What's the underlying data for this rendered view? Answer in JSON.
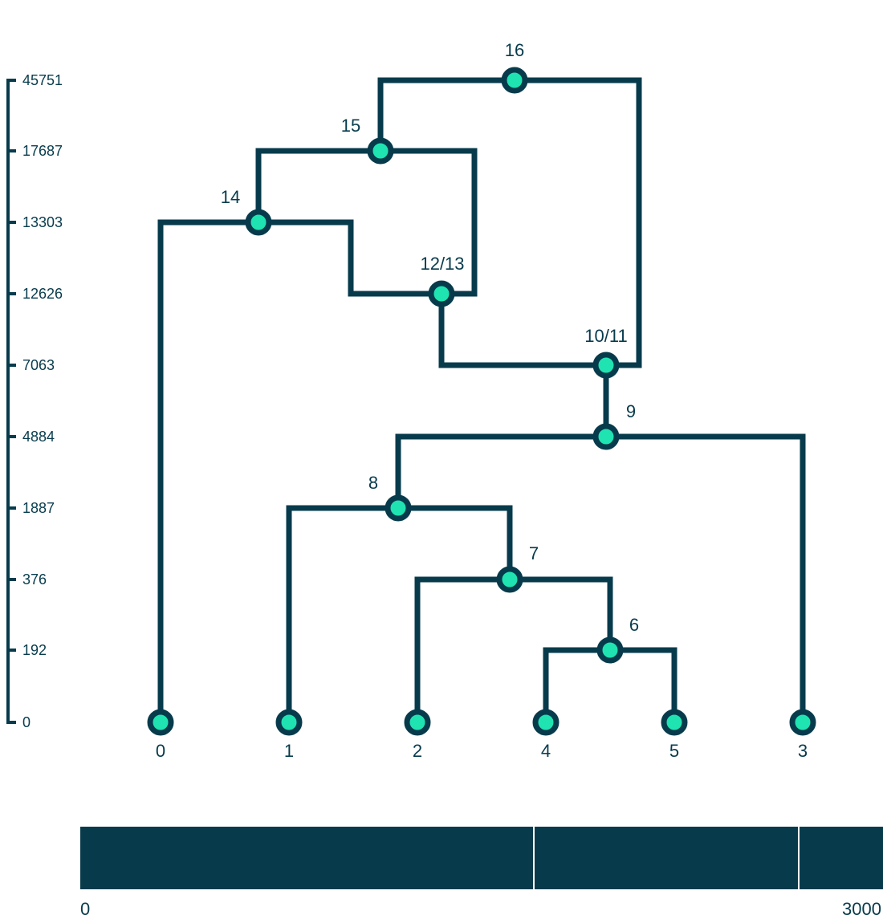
{
  "colors": {
    "stroke": "#073b4c",
    "node_fill": "#20e3b2",
    "background": "#ffffff"
  },
  "y_axis": {
    "ticks": [
      "45751",
      "17687",
      "13303",
      "12626",
      "7063",
      "4884",
      "1887",
      "376",
      "192",
      "0"
    ]
  },
  "tree": {
    "leaves": [
      {
        "id": "0",
        "label": "0"
      },
      {
        "id": "1",
        "label": "1"
      },
      {
        "id": "2",
        "label": "2"
      },
      {
        "id": "4",
        "label": "4"
      },
      {
        "id": "5",
        "label": "5"
      },
      {
        "id": "3",
        "label": "3"
      }
    ],
    "internal_nodes": [
      {
        "id": "6",
        "label": "6",
        "time": "192"
      },
      {
        "id": "7",
        "label": "7",
        "time": "376"
      },
      {
        "id": "8",
        "label": "8",
        "time": "1887"
      },
      {
        "id": "9",
        "label": "9",
        "time": "4884"
      },
      {
        "id": "10/11",
        "label": "10/11",
        "time": "7063"
      },
      {
        "id": "12/13",
        "label": "12/13",
        "time": "12626"
      },
      {
        "id": "14",
        "label": "14",
        "time": "13303"
      },
      {
        "id": "15",
        "label": "15",
        "time": "17687"
      },
      {
        "id": "16",
        "label": "16",
        "time": "45751"
      }
    ],
    "edges": [
      [
        "6",
        "4"
      ],
      [
        "6",
        "5"
      ],
      [
        "7",
        "2"
      ],
      [
        "7",
        "6"
      ],
      [
        "8",
        "1"
      ],
      [
        "8",
        "7"
      ],
      [
        "9",
        "8"
      ],
      [
        "9",
        "3"
      ],
      [
        "10/11",
        "9"
      ],
      [
        "12/13",
        "10/11"
      ],
      [
        "14",
        "0"
      ],
      [
        "14",
        "12/13"
      ],
      [
        "15",
        "14"
      ],
      [
        "15",
        "12/13"
      ],
      [
        "16",
        "15"
      ],
      [
        "16",
        "10/11"
      ]
    ]
  },
  "genome": {
    "start_label": "0",
    "end_label": "3000",
    "start": 0,
    "end": 3000,
    "breakpoints": [
      1695,
      2685
    ]
  }
}
